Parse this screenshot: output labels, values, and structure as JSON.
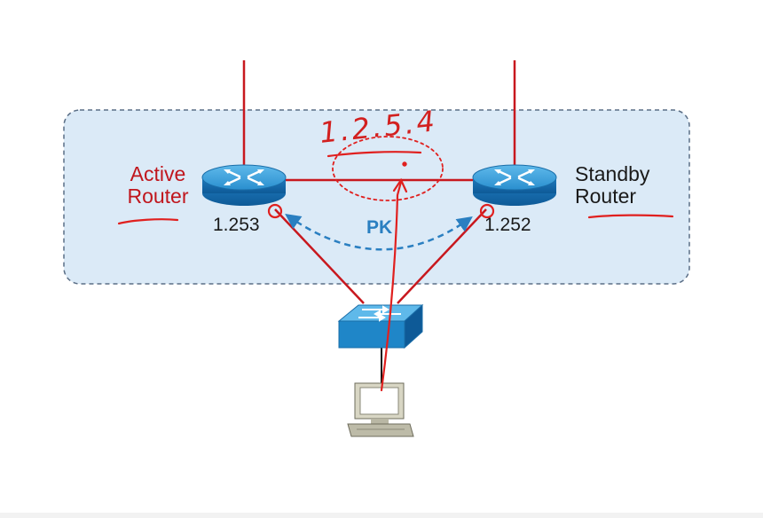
{
  "diagram": {
    "active_router": {
      "name_line1": "Active",
      "name_line2": "Router",
      "ip": "1.253"
    },
    "standby_router": {
      "name_line1": "Standby",
      "name_line2": "Router",
      "ip": "1.252"
    },
    "link_label": "PK",
    "annotation": "1.2.5.4"
  },
  "colors": {
    "link_red": "#c8181e",
    "annotation_red": "#e0201f",
    "dashed_blue": "#2a7fc1",
    "group_fill": "#dbeaf7",
    "router_blue": "#2b8fd0"
  },
  "icons": [
    "router-icon",
    "switch-icon",
    "pc-icon"
  ]
}
